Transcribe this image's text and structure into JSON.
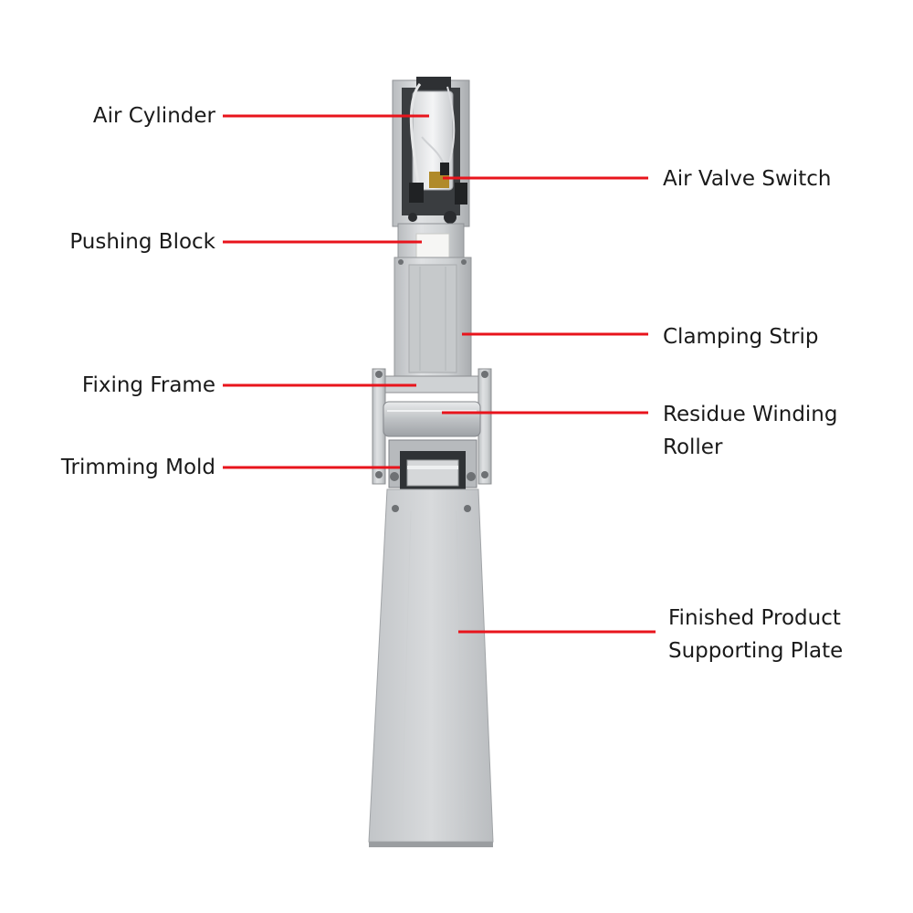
{
  "leader_color": "#e8141c",
  "labels": {
    "air_cylinder": "Air Cylinder",
    "air_valve_switch": "Air Valve Switch",
    "pushing_block": "Pushing Block",
    "clamping_strip": "Clamping Strip",
    "fixing_frame": "Fixing Frame",
    "residue_winding_roller": {
      "line1": "Residue Winding",
      "line2": "Roller"
    },
    "trimming_mold": "Trimming Mold",
    "finished_product_supporting_plate": {
      "line1": "Finished Product",
      "line2": "Supporting Plate"
    }
  }
}
